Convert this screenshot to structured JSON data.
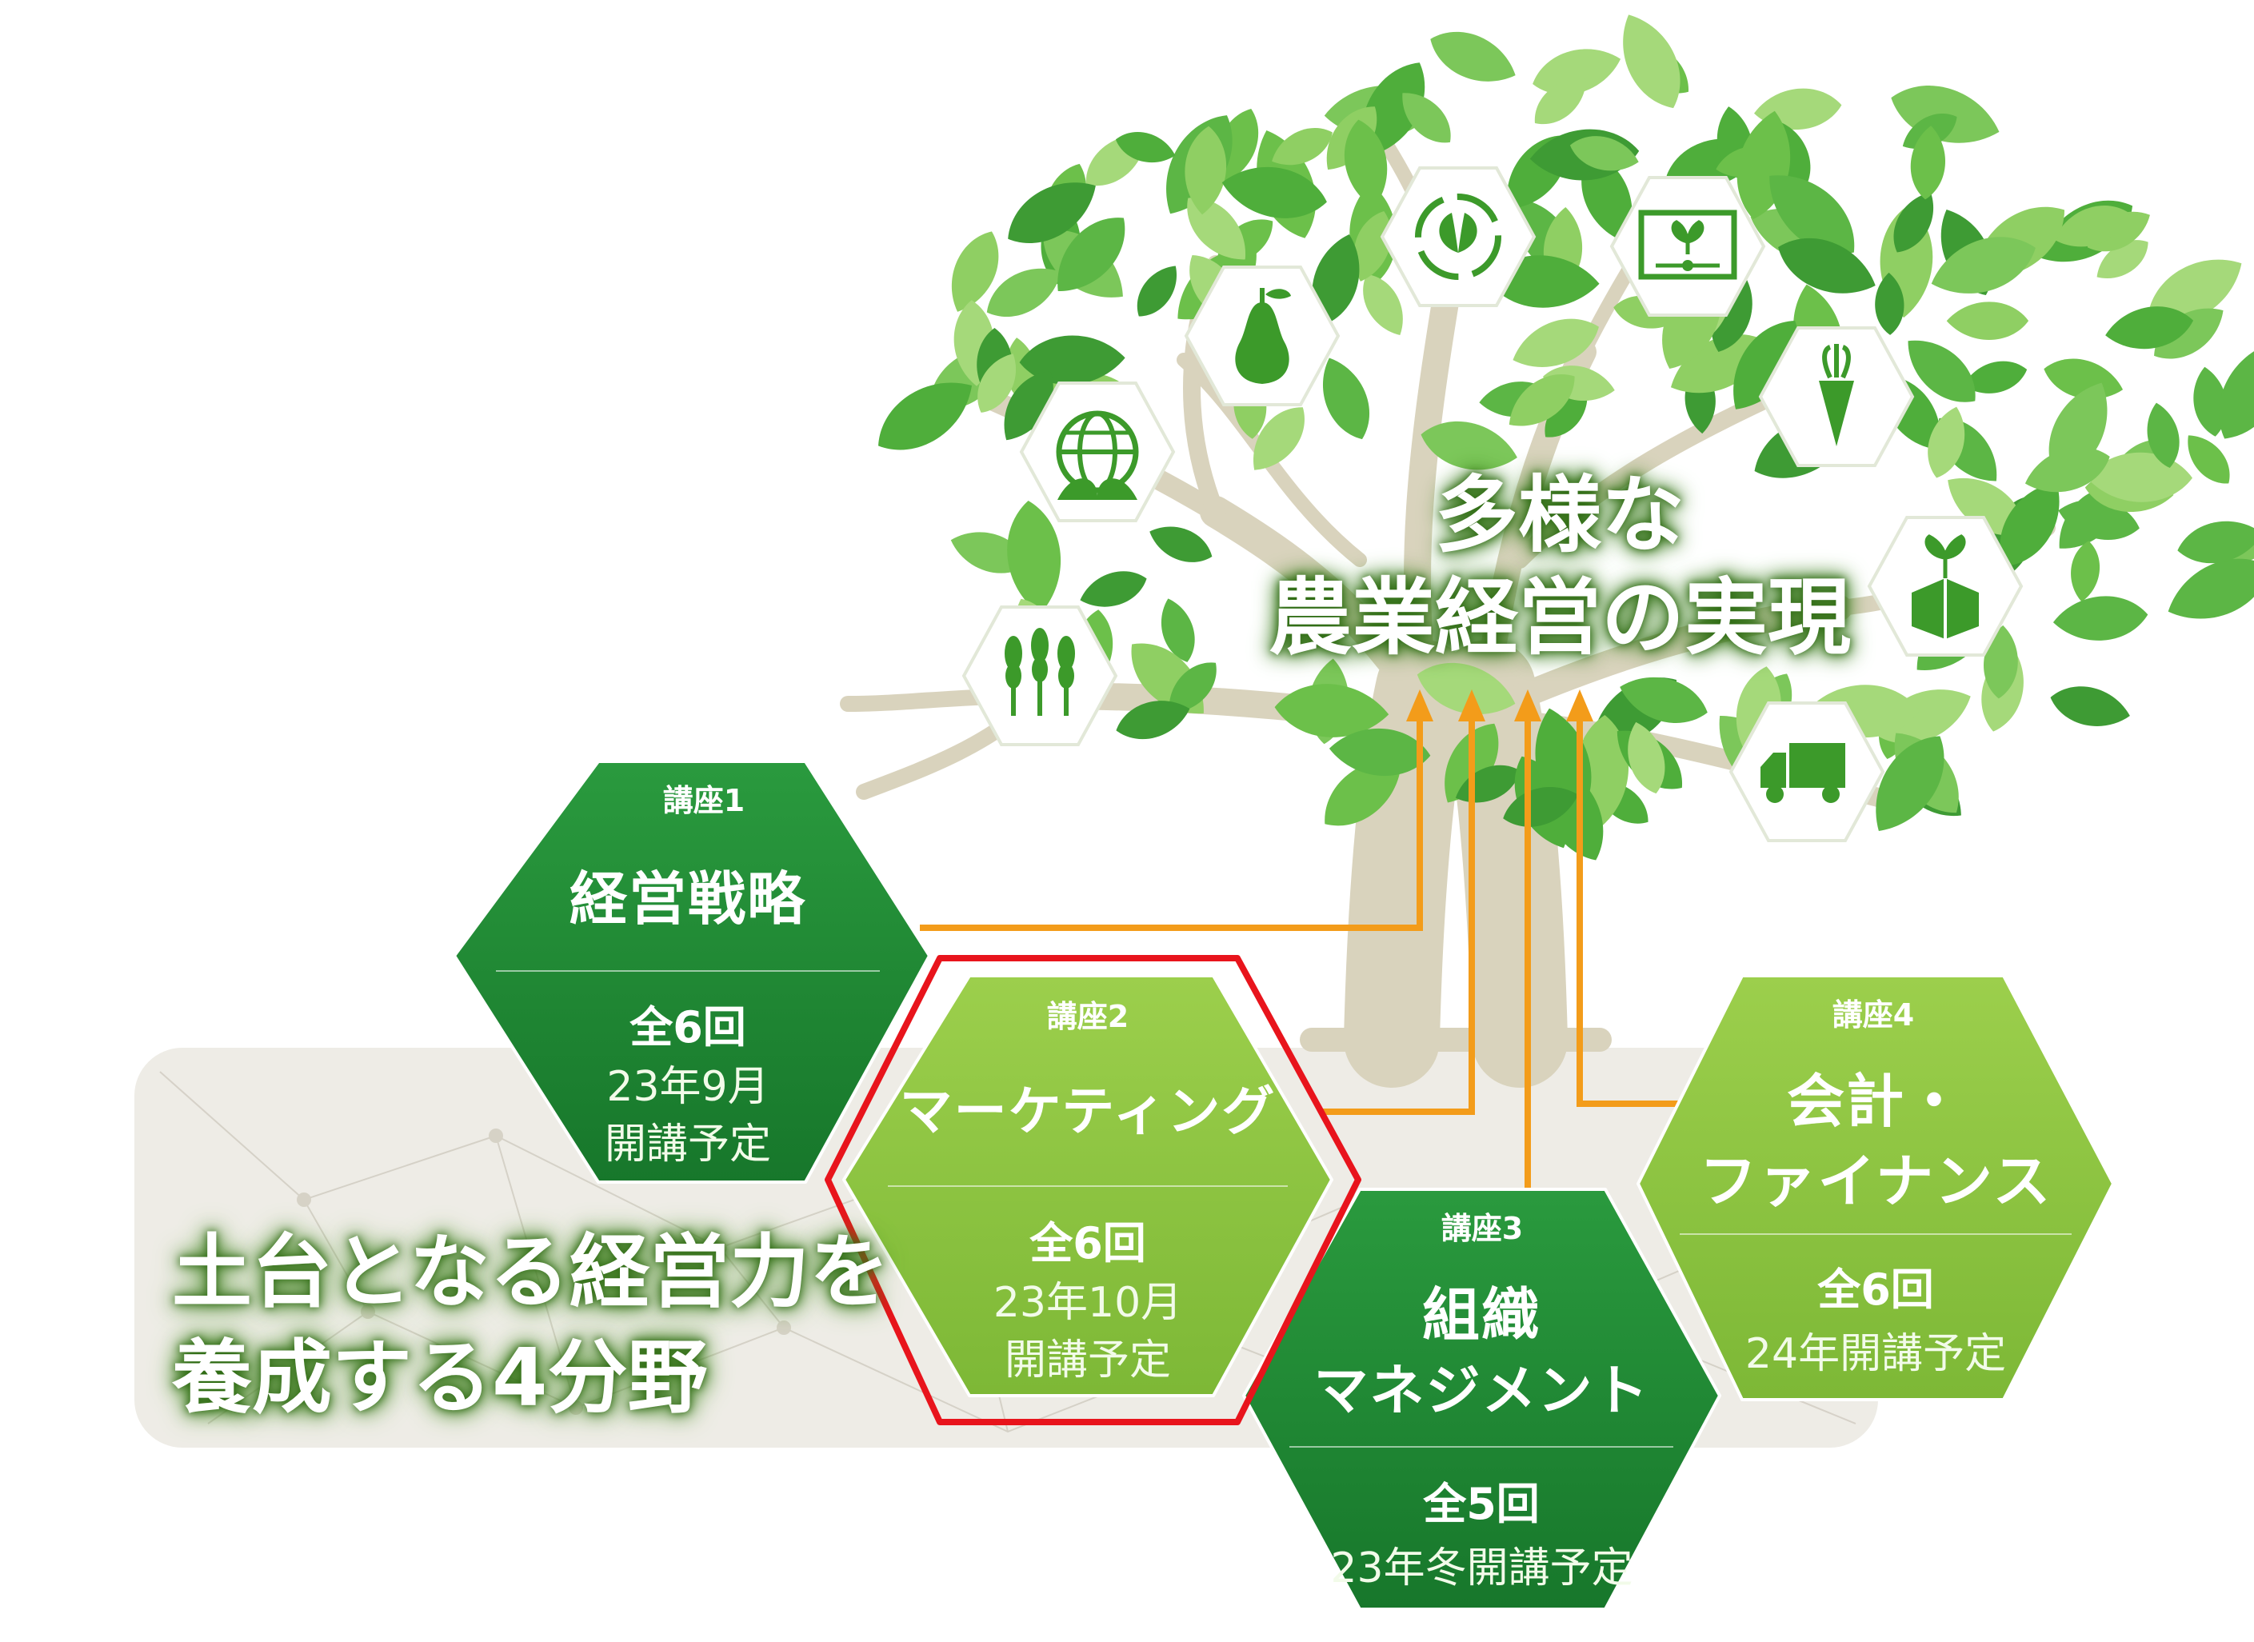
{
  "goal": {
    "line1": "多様な",
    "line2": "農業経営の実現"
  },
  "foundation": {
    "line1": "土台となる経営力を",
    "line2": "養成する4分野"
  },
  "courses": [
    {
      "number": "講座1",
      "title": "経営戦略",
      "sessions": "全6回",
      "date": "23年9月",
      "schedule": "開講予定",
      "color": "#1e8a34",
      "highlighted": false
    },
    {
      "number": "講座2",
      "title": "マーケティング",
      "sessions": "全6回",
      "date": "23年10月",
      "schedule": "開講予定",
      "color": "#8cc43c",
      "highlighted": true
    },
    {
      "number": "講座3",
      "title_line1": "組織",
      "title_line2": "マネジメント",
      "sessions": "全5回",
      "schedule": "23年冬開講予定",
      "color": "#1e8a34",
      "highlighted": false
    },
    {
      "number": "講座4",
      "title_line1": "会計・",
      "title_line2": "ファイナンス",
      "sessions": "全6回",
      "schedule": "24年開講予定",
      "color": "#8cc43c",
      "highlighted": false
    }
  ],
  "icons": [
    "wheat-icon",
    "globe-leaf-icon",
    "pear-icon",
    "recycle-leaf-icon",
    "monitor-sprout-icon",
    "carrot-icon",
    "box-sprout-icon",
    "truck-icon"
  ],
  "colors": {
    "dark_green": "#1e8a34",
    "light_green": "#8cc43c",
    "arrow_orange": "#f39c1a",
    "highlight_red": "#e8141c",
    "trunk": "#d9d3bd"
  }
}
